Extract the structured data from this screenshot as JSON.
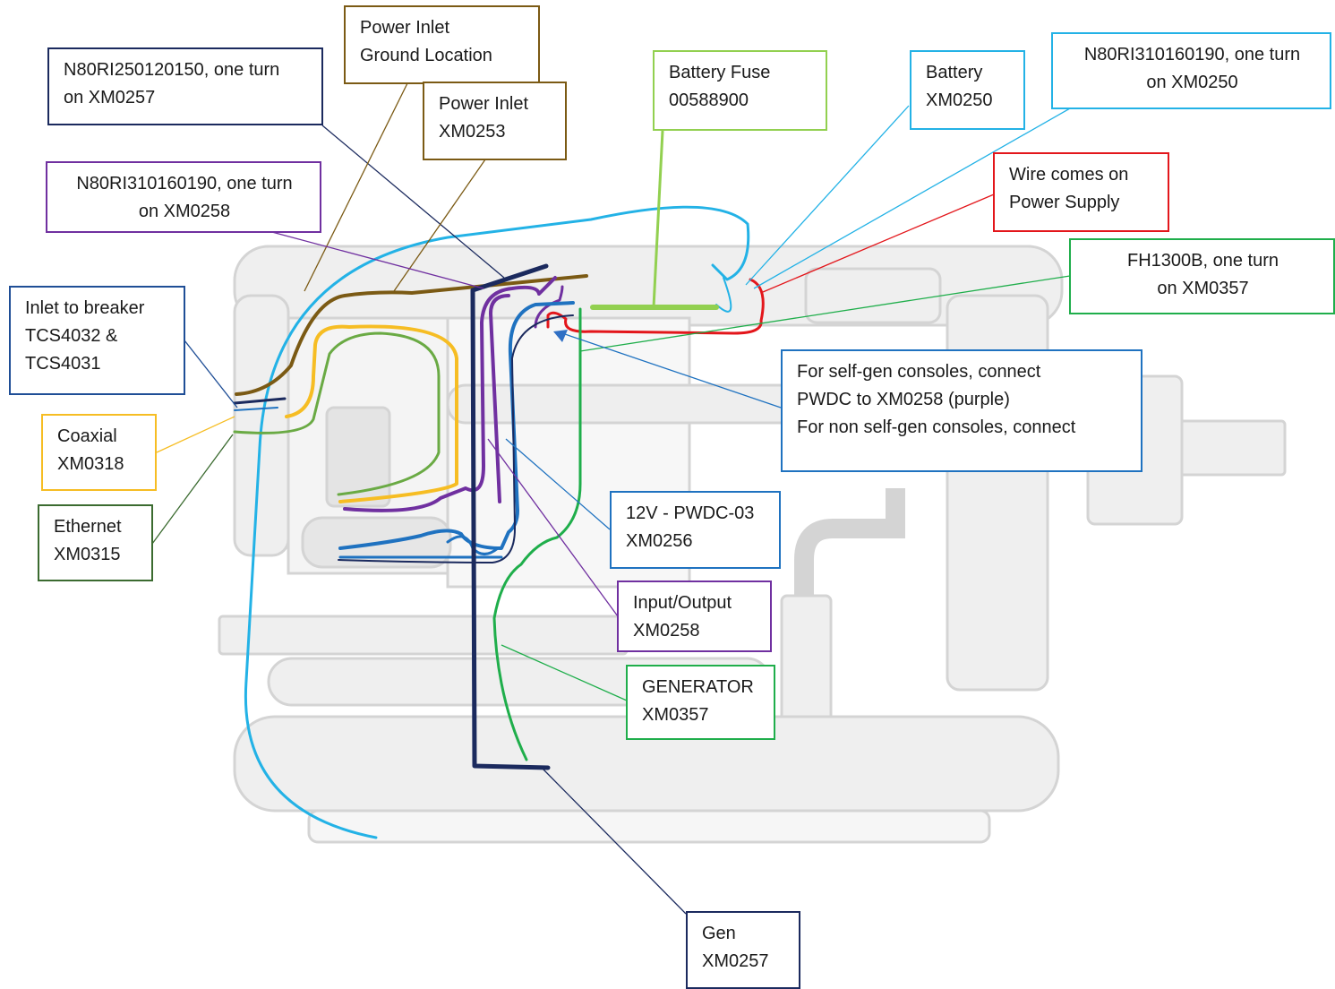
{
  "colors": {
    "navy": "#1b2a5e",
    "brown": "#7b5a14",
    "purple": "#7030a0",
    "light_blue": "#23b2e6",
    "mid_blue": "#1f72c0",
    "red": "#e3161b",
    "yellow": "#f6bd23",
    "green": "#1fae4b",
    "dark_green": "#3b6b30",
    "fuse_green": "#92d050",
    "frame_gray": "#d6d6d6"
  },
  "labels": {
    "power_inlet_ground": [
      "Power Inlet",
      "Ground Location"
    ],
    "n80ri_xm0257": [
      "N80RI250120150, one turn",
      "on XM0257"
    ],
    "power_inlet_xm0253": [
      "Power Inlet",
      "XM0253"
    ],
    "battery_fuse": [
      "Battery Fuse",
      "00588900"
    ],
    "battery_xm0250": [
      "Battery",
      "XM0250"
    ],
    "n80ri_xm0250": [
      "N80RI310160190, one turn",
      "on XM0250"
    ],
    "wire_power_supply": [
      "Wire comes on",
      "Power Supply"
    ],
    "n80ri_xm0258": [
      "N80RI310160190, one turn",
      "on XM0258"
    ],
    "fh1300b_xm0357": [
      "FH1300B, one turn",
      "on XM0357"
    ],
    "inlet_breaker": [
      "Inlet to breaker",
      "TCS4032 &",
      "TCS4031"
    ],
    "self_gen_note": [
      "For self-gen consoles, connect",
      "PWDC to XM0258 (purple)",
      "For non self-gen consoles, connect"
    ],
    "coaxial": [
      "Coaxial",
      "XM0318"
    ],
    "ethernet": [
      "Ethernet",
      "XM0315"
    ],
    "pwdc_xm0256": [
      "12V - PWDC-03",
      "XM0256"
    ],
    "input_output": [
      "Input/Output",
      "XM0258"
    ],
    "generator": [
      "GENERATOR",
      "XM0357"
    ],
    "gen_xm0257": [
      "Gen",
      "XM0257"
    ]
  }
}
